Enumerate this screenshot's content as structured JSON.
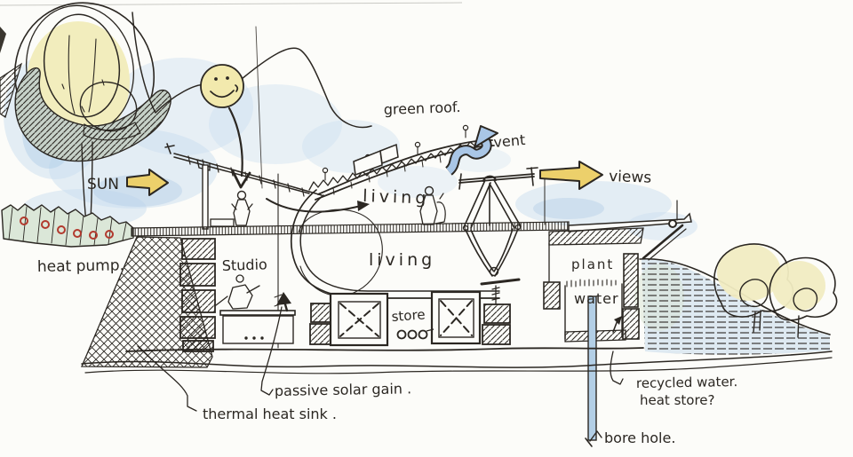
{
  "labels": {
    "sun": "SUN",
    "green_roof": "green roof.",
    "vent": "vent",
    "views": "views",
    "heat_pump": "heat pump.",
    "studio": "Studio",
    "living_upper": "living",
    "living_lower": "living",
    "store": "store",
    "plant": "plant",
    "water": "water",
    "passive_solar_gain": "passive solar gain .",
    "thermal_heat_sink": "thermal heat sink .",
    "recycled_water_line1": "recycled water.",
    "recycled_water_line2": "heat store?",
    "bore_hole": "bore hole."
  },
  "colors": {
    "ink": "#2b2722",
    "paper": "#fcfcf9",
    "sky_wash": "#c9ddef",
    "sky_wash_deep": "#aecbe6",
    "sun_glow": "#f2edbd",
    "smiley_fill": "#f2e9ad",
    "arrow_yellow": "#ecd06b",
    "vent_arrow_blue": "#a9c6e6",
    "heat_pump_green": "#dbe7d8",
    "heat_pump_coil_red": "#b23a2e",
    "tree_hatch_green": "#c6d1c8",
    "tree_glow_yellow": "#f1ecc2",
    "berm_blue": "#d4e3ee",
    "bore_pipe_blue": "#b3cfe6"
  }
}
